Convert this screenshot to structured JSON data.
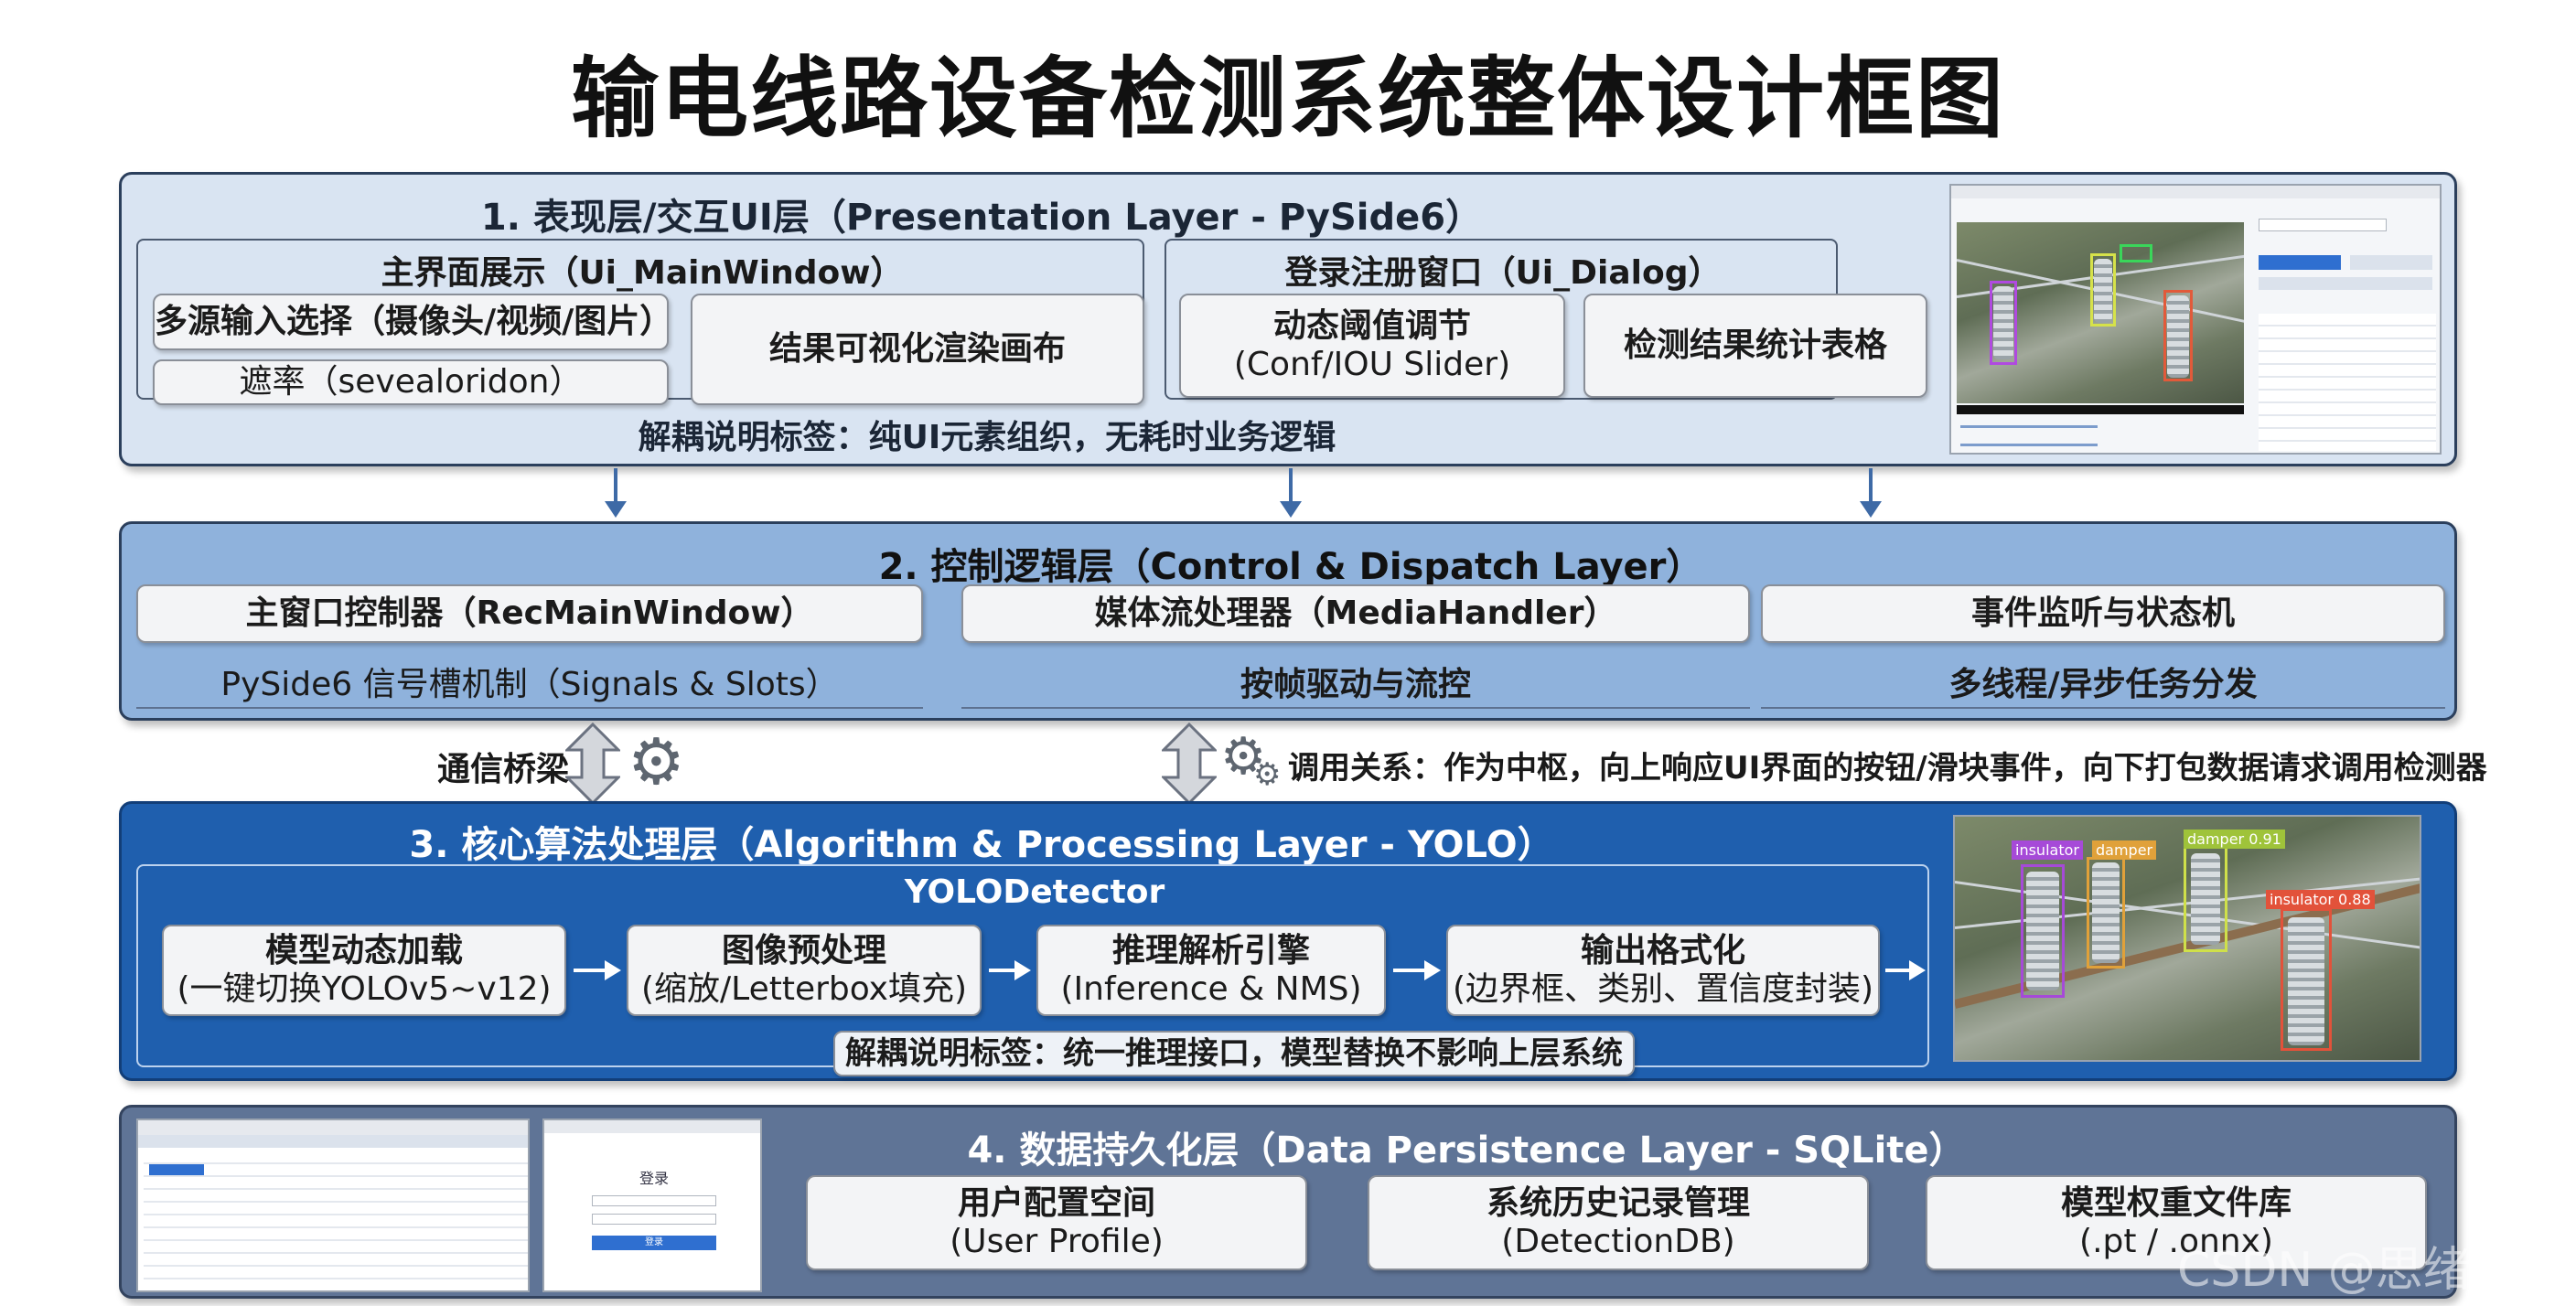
{
  "title": "输电线路设备检测系统整体设计框图",
  "layer1": {
    "title": "1. 表现层/交互UI层（Presentation Layer - PySide6）",
    "panel_main": {
      "title": "主界面展示（Ui_MainWindow）",
      "box_input": "多源输入选择（摄像头/视频/图片）",
      "box_rate": "遮率（sevealoridon）",
      "box_canvas": "结果可视化渲染画布"
    },
    "panel_login": {
      "title": "登录注册窗口（Ui_Dialog）",
      "box_threshold_line1": "动态阈值调节",
      "box_threshold_line2": "(Conf/IOU Slider)",
      "box_table": "检测结果统计表格"
    },
    "note": "解耦说明标签：纯UI元素组织，无耗时业务逻辑"
  },
  "layer2": {
    "title": "2. 控制逻辑层（Control & Dispatch Layer）",
    "box_controller": "主窗口控制器（RecMainWindow）",
    "box_media": "媒体流处理器（MediaHandler）",
    "box_event": "事件监听与状态机",
    "sub_signals": "PySide6 信号槽机制（Signals & Slots）",
    "sub_frame": "按帧驱动与流控",
    "sub_thread": "多线程/异步任务分发"
  },
  "bridge": {
    "label": "通信桥梁",
    "relation": "调用关系：作为中枢，向上响应UI界面的按钮/滑块事件，向下打包数据请求调用检测器"
  },
  "layer3": {
    "title": "3. 核心算法处理层（Algorithm & Processing Layer - YOLO）",
    "panel_title": "YOLODetector",
    "steps": [
      {
        "line1": "模型动态加载",
        "line2": "(一键切换YOLOv5~v12)"
      },
      {
        "line1": "图像预处理",
        "line2": "(缩放/Letterbox填充)"
      },
      {
        "line1": "推理解析引擎",
        "line2": "(Inference & NMS)"
      },
      {
        "line1": "输出格式化",
        "line2": "(边界框、类别、置信度封装)"
      }
    ],
    "note": "解耦说明标签：统一推理接口，模型替换不影响上层系统",
    "thumb_labels": [
      "insulator",
      "damper",
      "damper 0.91",
      "insulator 0.88"
    ]
  },
  "layer4": {
    "title": "4. 数据持久化层（Data Persistence Layer - SQLite）",
    "boxes": [
      {
        "line1": "用户配置空间",
        "line2": "(User Profile)"
      },
      {
        "line1": "系统历史记录管理",
        "line2": "(DetectionDB)"
      },
      {
        "line1": "模型权重文件库",
        "line2": "(.pt / .onnx)"
      }
    ],
    "login_title": "登录",
    "login_button": "登录"
  },
  "watermark": "CSDN @思绪无限",
  "colors": {
    "layer1_bg": "#d9e4f2",
    "layer2_bg": "#8fb2dc",
    "layer3_bg": "#1f5fae",
    "layer4_bg": "#5f7496",
    "arrow": "#3e6aa6"
  }
}
